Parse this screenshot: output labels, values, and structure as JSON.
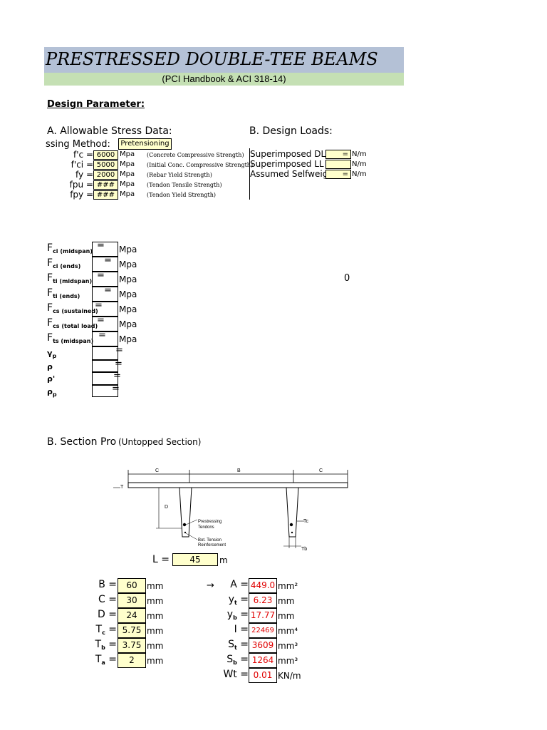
{
  "header": {
    "title": "PRESTRESSED DOUBLE-TEE BEAMS",
    "subtitle": "(PCI Handbook & ACI 318-14)"
  },
  "design": {
    "heading": "Design Parameter:",
    "allowable_heading": "A. Allowable Stress Data:",
    "loads_heading": "B. Design Loads:",
    "method_label": "ssing Method:",
    "method_value": "Pretensioning",
    "params": [
      {
        "label": "f'c =",
        "value": "6000",
        "unit": "Mpa",
        "note": "(Concrete Compressive Strength)"
      },
      {
        "label": "f'ci =",
        "value": "5000",
        "unit": "Mpa",
        "note": "(Initial Conc. Compressive Strength)"
      },
      {
        "label": "fy =",
        "value": "2000",
        "unit": "Mpa",
        "note": "(Rebar Yield Strength)"
      },
      {
        "label": "fpu =",
        "value": "###",
        "unit": "Mpa",
        "note": "(Tendon Tensile Strength)"
      },
      {
        "label": "fpy =",
        "value": "###",
        "unit": "Mpa",
        "note": "(Tendon Yield Strength)"
      }
    ],
    "loads": [
      {
        "label": "Superimposed DL",
        "eq": "=",
        "unit": "N/m"
      },
      {
        "label": "Superimposed LL",
        "eq": "",
        "unit": "N/m"
      },
      {
        "label": "Assumed Selfweight",
        "eq": "=",
        "unit": "N/m"
      }
    ]
  },
  "stresses": {
    "rows": [
      {
        "main": "F",
        "sub": "ci (midspan)",
        "eq": "=",
        "unit": "Mpa"
      },
      {
        "main": "F",
        "sub": "ci (ends)",
        "eq": "=",
        "unit": "Mpa"
      },
      {
        "main": "F",
        "sub": "ti (midspan)",
        "eq": "=",
        "unit": "Mpa"
      },
      {
        "main": "F",
        "sub": "ti (ends)",
        "eq": "=",
        "unit": "Mpa"
      },
      {
        "main": "F",
        "sub": "cs (sustained)",
        "eq": "=",
        "unit": "Mpa"
      },
      {
        "main": "F",
        "sub": "cs (total load)",
        "eq": "=",
        "unit": "Mpa"
      },
      {
        "main": "F",
        "sub": "ts (midspan)",
        "eq": "=",
        "unit": "Mpa"
      },
      {
        "main": "γ",
        "sub": "p",
        "eq": "=",
        "unit": ""
      },
      {
        "main": "ρ",
        "sub": "",
        "eq": "=",
        "unit": ""
      },
      {
        "main": "ρ'",
        "sub": "",
        "eq": "=",
        "unit": ""
      },
      {
        "main": "ρ",
        "sub": "p",
        "eq": "=",
        "unit": ""
      }
    ],
    "zero_value": "0"
  },
  "section": {
    "heading": "B. Section Pro",
    "subheading": "(Untopped Section)",
    "drawing_labels": {
      "c_left": "C",
      "b_mid": "B",
      "c_right": "C",
      "t_top": "T",
      "d_side": "D",
      "tendons_1": "Prestressing",
      "tendons_2": "Tendons",
      "bot_1": "Bot. Tension",
      "bot_2": "Reinforcement",
      "tc": "Tc",
      "tb": "Tb"
    },
    "length": {
      "label": "L =",
      "value": "45",
      "unit": "m"
    },
    "arrow": "→",
    "inputs": [
      {
        "main": "B",
        "sub": "",
        "value": "60",
        "unit": "mm"
      },
      {
        "main": "C",
        "sub": "",
        "value": "30",
        "unit": "mm"
      },
      {
        "main": "D",
        "sub": "",
        "value": "24",
        "unit": "mm"
      },
      {
        "main": "T",
        "sub": "c",
        "value": "5.75",
        "unit": "mm"
      },
      {
        "main": "T",
        "sub": "b",
        "value": "3.75",
        "unit": "mm"
      },
      {
        "main": "T",
        "sub": "a",
        "value": "2",
        "unit": "mm"
      }
    ],
    "outputs": [
      {
        "main": "A",
        "sub": "",
        "value": "449.0",
        "unit": "mm²"
      },
      {
        "main": "y",
        "sub": "t",
        "value": "6.23",
        "unit": "mm"
      },
      {
        "main": "y",
        "sub": "b",
        "value": "17.77",
        "unit": "mm"
      },
      {
        "main": "I",
        "sub": "",
        "value": "22469",
        "unit": "mm⁴"
      },
      {
        "main": "S",
        "sub": "t",
        "value": "3609",
        "unit": "mm³"
      },
      {
        "main": "S",
        "sub": "b",
        "value": "1264",
        "unit": "mm³"
      },
      {
        "main": "Wt",
        "sub": "",
        "value": "0.01",
        "unit": "KN/m"
      }
    ]
  }
}
